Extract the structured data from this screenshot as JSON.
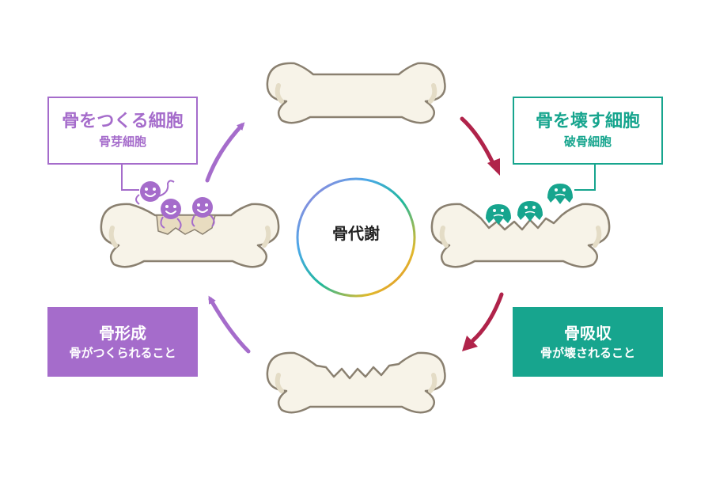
{
  "center": {
    "label": "骨代謝"
  },
  "osteoblast_box": {
    "title": "骨をつくる細胞",
    "subtitle": "骨芽細胞"
  },
  "osteoclast_box": {
    "title": "骨を壊す細胞",
    "subtitle": "破骨細胞"
  },
  "formation_box": {
    "title": "骨形成",
    "subtitle": "骨がつくられること"
  },
  "resorption_box": {
    "title": "骨吸収",
    "subtitle": "骨が壊されること"
  },
  "colors": {
    "purple": "#a56ccb",
    "teal": "#17a58e",
    "arrow_red": "#b0234a",
    "bone_fill": "#f7f3e8",
    "bone_stroke": "#8a8070",
    "bone_shade": "#e4dcc6"
  }
}
